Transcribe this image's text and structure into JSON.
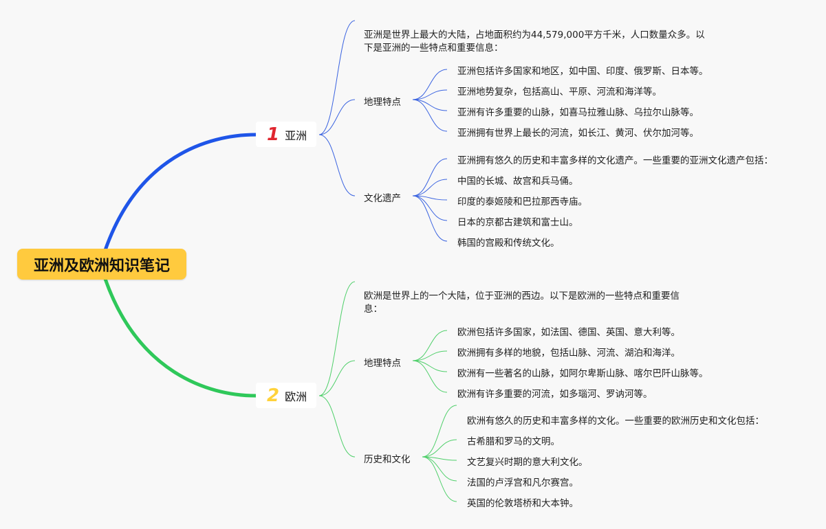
{
  "title": "亚洲及欧洲知识笔记",
  "colors": {
    "root_bg": "#ffca3e",
    "asia_branch": "#1f55e8",
    "europe_branch": "#2fc85a",
    "asia_leaf_line": "#3a63e0",
    "europe_leaf_line": "#4fcf6a",
    "num1": "#e0262f",
    "num2": "#ffd23a"
  },
  "asia": {
    "number": "1",
    "label": "亚洲",
    "intro": "亚洲是世界上最大的大陆，占地面积约为44,579,000平方千米，人口数量众多。以下是亚洲的一些特点和重要信息：",
    "geo": {
      "label": "地理特点",
      "items": [
        "亚洲包括许多国家和地区，如中国、印度、俄罗斯、日本等。",
        "亚洲地势复杂，包括高山、平原、河流和海洋等。",
        "亚洲有许多重要的山脉，如喜马拉雅山脉、乌拉尔山脉等。",
        "亚洲拥有世界上最长的河流，如长江、黄河、伏尔加河等。"
      ]
    },
    "culture": {
      "label": "文化遗产",
      "items": [
        "亚洲拥有悠久的历史和丰富多样的文化遗产。一些重要的亚洲文化遗产包括：",
        "中国的长城、故宫和兵马俑。",
        "印度的泰姬陵和巴拉那西寺庙。",
        "日本的京都古建筑和富士山。",
        "韩国的宫殿和传统文化。"
      ]
    }
  },
  "europe": {
    "number": "2",
    "label": "欧洲",
    "intro": "欧洲是世界上的一个大陆，位于亚洲的西边。以下是欧洲的一些特点和重要信息：",
    "geo": {
      "label": "地理特点",
      "items": [
        "欧洲包括许多国家，如法国、德国、英国、意大利等。",
        "欧洲拥有多样的地貌，包括山脉、河流、湖泊和海洋。",
        "欧洲有一些著名的山脉，如阿尔卑斯山脉、喀尔巴阡山脉等。",
        "欧洲有许多重要的河流，如多瑙河、罗讷河等。"
      ]
    },
    "history": {
      "label": "历史和文化",
      "items": [
        "欧洲有悠久的历史和丰富多样的文化。一些重要的欧洲历史和文化包括：",
        "古希腊和罗马的文明。",
        "文艺复兴时期的意大利文化。",
        "法国的卢浮宫和凡尔赛宫。",
        "英国的伦敦塔桥和大本钟。"
      ]
    }
  }
}
